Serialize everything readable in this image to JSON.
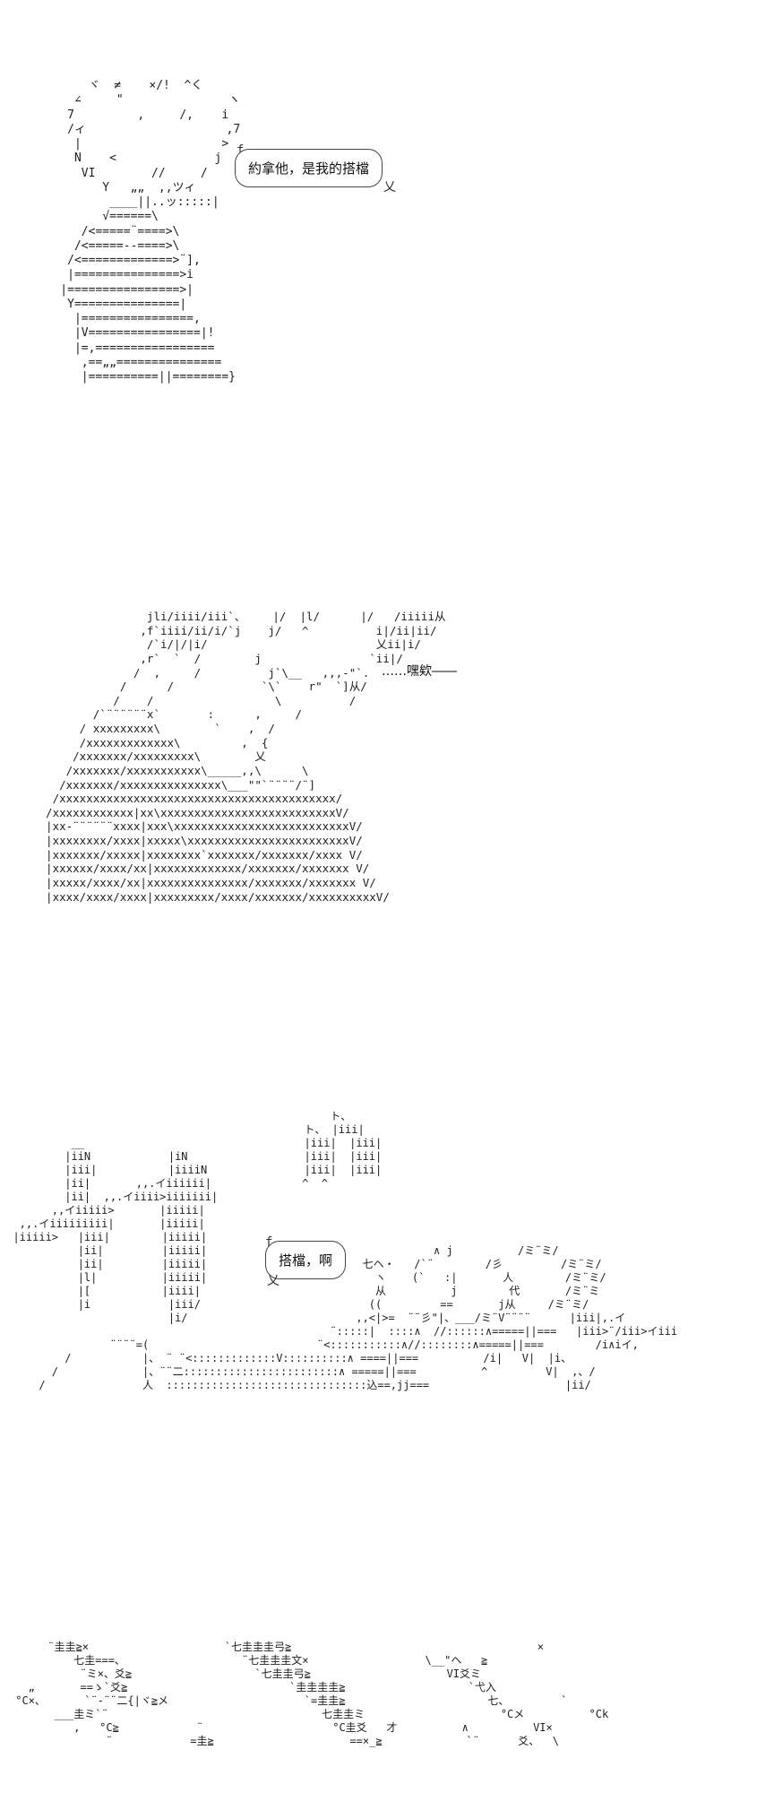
{
  "panel_1": {
    "art": "        ヾ  ≠    ×/!  ^く\n      ∠     \"               ヽ\n     7         ,     /,    i\n     /ィ                    ,7\n      |                    >\n      N    <              j\n       VI        //     /\n          Y   „„  ,,ツィ\n           ____||..ッ:::::|\n          √======\\\n       /<=====¨====>\\\n      /<=====--====>\\\n     /<=============>¨],\n     |===============>i\n    |================>|\n     Y===============|\n      |================,\n      |V================|!\n      |=,=================\n       ,==„„===============\n       |==========||========}",
    "bubble": "約拿他，是我的搭檔",
    "bubble_tail_top": "f",
    "bubble_tail_bottom": "乂"
  },
  "panel_2": {
    "art": "                 jli/iiii/iii`、    |/  |l/      |/   /iiiii从\n                ,f`iiii/ii/i/`j    j/   ^          i|/ii|ii/\n                 /`i/|/|i/                         乂ii|i/\n                ,r`  `  /        j                `ii|/\n               /  ,     /          j`\\__   ,,,-\"`.\n             /      /             `\\`    r\"  `]从/\n            /    /                  \\          /\n         /`¨¨¨¨¨¨x`       :      ,     /\n       / xxxxxxxxx\\        `    ,  /\n       /xxxxxxxxxxxxx\\         ,  {\n      /xxxxxxx/xxxxxxxxx\\        乂\n     /xxxxxxx/xxxxxxxxxxx\\_____,,\\      \\\n    /xxxxxxx/xxxxxxxxxxxxxxx\\___\"\"`¨¨¨¨/¨]\n   /xxxxxxxxxxxxxxxxxxxxxxxxxxxxxxxxxxxxxxxxx/\n  /xxxxxxxxxxxx|xx\\xxxxxxxxxxxxxxxxxxxxxxxxxxV/\n  |xx-¨¨¨¨¨¨xxxx|xxx\\xxxxxxxxxxxxxxxxxxxxxxxxxxV/\n  |xxxxxxxx/xxxx|xxxxx\\xxxxxxxxxxxxxxxxxxxxxxxxV/\n  |xxxxxxx/xxxxx|xxxxxxxx`xxxxxxx/xxxxxxx/xxxx V/\n  |xxxxxx/xxxx/xx|xxxxxxxxxxxxx/xxxxxxx/xxxxxxx V/\n  |xxxxx/xxxx/xx|xxxxxxxxxxxxxxx/xxxxxxx/xxxxxxx V/\n  |xxxx/xxxx/xxxx|xxxxxxxxx/xxxx/xxxxxxx/xxxxxxxxxxV/",
    "caption": "……嘿欸――"
  },
  "panel_3": {
    "art": "                                                   ト、\n                                               ト、 |iii|\n           __                                  |iii|  |iii|\n          |iiN            |iN                  |iii|  |iii|\n          |iii|           |iiiiN               |iii|  |iii|\n          |ii|       ,,.イiiiiii|              ^  ^\n          |ii|  ,,.イiiii>iiiiiii|\n        ,,イiiiii>       |iiiii|\n   ,,.イiiiiiiiii|       |iiiii|\n  |iiiii>   |iii|        |iiiii|\n            |ii|         |iiiii|                                   ∧ j          /ミ¨ミ/\n            |ii|         |iiiii|                        七ヘ・   /`¨        /彡         /ミ¨ミ/\n            |l|          |iiiii|                          ヽ    (`   :|       人        /ミ¨ミ/\n            |[           |iiii|                           从          j        代       /ミ¨ミ\n            |i            |iii/                          ((         ==       j从     /ミ¨ミ/\n                          |i/                          ,,<|>=  ¨¨彡\"|、___/ミ¨V¨¨¨¨      |iii|,.イ\n                                                   ¨:::::|  ::::∧  //::::::∧=====||===   |iii>¨/iii>イiii\n                 ¨¨¨¨=(                          ¨<:::::::::::∧//::::::::∧=====||===        /i∧iイ,\n          /           |、 ¨ ¨<:::::::::::::V::::::::::∧ ====||===          /i|   V|  |i、\n        /             |、¨¨二::::::::::::::::::::::::∧ =====||===          ^         V|  ,、/\n      /               人  :::::::::::::::::::::::::::::::込==,jj===                     |ii/",
    "bubble": "搭檔，啊",
    "bubble_tail_top": "f",
    "bubble_tail_bottom": "乂"
  },
  "panel_4": {
    "art": "      ¨圭圭≧×                     `七圭圭圭弓≧                                      ×\n          七圭===、                  ¨七圭圭圭文×                  \\__\"ヘ   ≧\n           ¨ミ×、爻≧                   `七圭圭弓≧                     VI爻ミ\n   „       ==ゝ`爻≧                         `圭圭圭圭≧                   `弋入\n °C×、      `¨-¨¨二{|ヾ≧メ                     `=圭圭≧                      七、        `\n       ___圭ミ`¨                                 七圭圭ミ                     °Cメ          °Ck\n          ,   °C≧            ¨                    °C圭爻   才          ∧          VI×\n               ¨            =圭≧                     ==×_≧             `¨      爻、  \\"
  }
}
